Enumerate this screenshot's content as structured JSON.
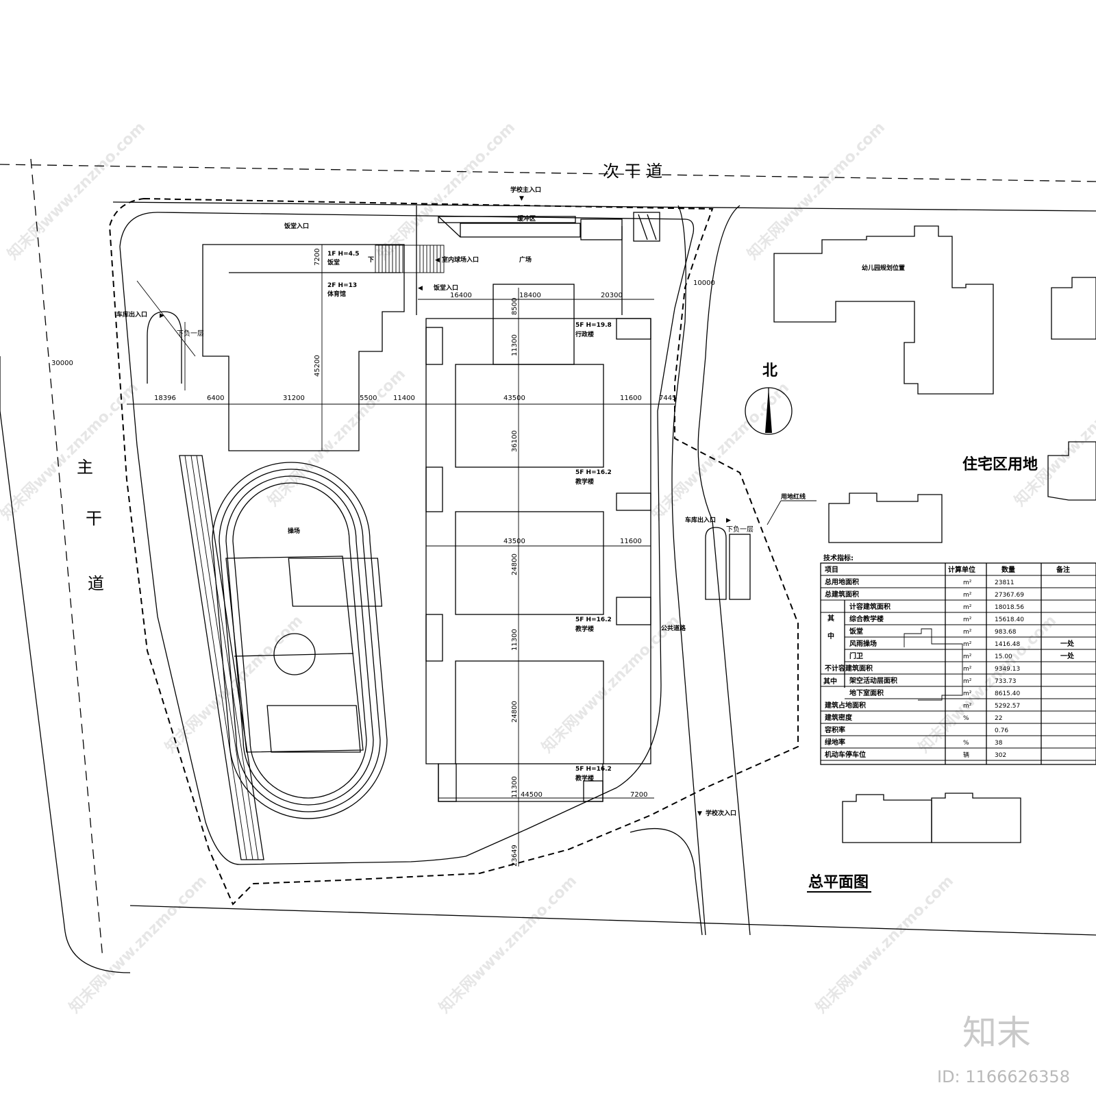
{
  "roads": {
    "secondary": "次 干 道",
    "main_1": "主",
    "main_2": "干",
    "main_3": "道",
    "public": "公共道路"
  },
  "entrances": {
    "school_main": "学校主入口",
    "canteen_top": "饭堂入口",
    "canteen_side": "饭堂入口",
    "indoor_court": "室内球场入口",
    "garage_west": "车库出入口",
    "garage_east": "车库出入口",
    "school_secondary": "学校次入口",
    "ramp_west": "下负一层",
    "ramp_east": "下负一层",
    "down": "下"
  },
  "areas": {
    "buffer": "缓冲区",
    "plaza": "广场",
    "playground": "操场",
    "kindergarten": "幼儿园规划位置",
    "residential": "住宅区用地",
    "red_line": "用地红线",
    "north": "北",
    "plan_title": "总平面图"
  },
  "buildings": {
    "canteen_h": "1F H=4.5",
    "canteen": "饭堂",
    "gym_h": "2F H=13",
    "gym": "体育馆",
    "admin_h": "5F H=19.8",
    "admin": "行政楼",
    "teach1_h": "5F H=16.2",
    "teach1": "教学楼",
    "teach2_h": "5F H=16.2",
    "teach2": "教学楼",
    "teach3_h": "5F H=16.2",
    "teach3": "教学楼"
  },
  "dims": {
    "d7200a": "7200",
    "d45200": "45200",
    "d30000": "30000",
    "d18396": "18396",
    "d6400": "6400",
    "d31200": "31200",
    "d5500": "5500",
    "d11400": "11400",
    "d43500a": "43500",
    "d11600a": "11600",
    "d7445": "7445",
    "d16400": "16400",
    "d18400": "18400",
    "d20300": "20300",
    "d8500": "8500",
    "d11300a": "11300",
    "d36100": "36100",
    "d43500b": "43500",
    "d11600b": "11600",
    "d24800a": "24800",
    "d11300b": "11300",
    "d24800b": "24800",
    "d11300c": "11300",
    "d44500": "44500",
    "d7200b": "7200",
    "d23649": "23649",
    "d10000": "10000"
  },
  "table": {
    "caption": "技术指标:",
    "headers": [
      "项目",
      "计算单位",
      "数量",
      "备注"
    ],
    "group1": [
      "其",
      "中"
    ],
    "group2": "其中",
    "rows": [
      {
        "item": "总用地面积",
        "unit": "m²",
        "qty": "23811",
        "note": ""
      },
      {
        "item": "总建筑面积",
        "unit": "m²",
        "qty": "27367.69",
        "note": ""
      },
      {
        "item": "计容建筑面积",
        "unit": "m²",
        "qty": "18018.56",
        "note": ""
      },
      {
        "item": "综合教学楼",
        "unit": "m²",
        "qty": "15618.40",
        "note": ""
      },
      {
        "item": "饭堂",
        "unit": "m²",
        "qty": "983.68",
        "note": ""
      },
      {
        "item": "风雨操场",
        "unit": "m²",
        "qty": "1416.48",
        "note": "一处"
      },
      {
        "item": "门卫",
        "unit": "m²",
        "qty": "15.00",
        "note": "一处"
      },
      {
        "item": "不计容建筑面积",
        "unit": "m²",
        "qty": "9349.13",
        "note": ""
      },
      {
        "item": "架空活动层面积",
        "unit": "m²",
        "qty": "733.73",
        "note": ""
      },
      {
        "item": "地下室面积",
        "unit": "m²",
        "qty": "8615.40",
        "note": ""
      },
      {
        "item": "建筑占地面积",
        "unit": "m²",
        "qty": "5292.57",
        "note": ""
      },
      {
        "item": "建筑密度",
        "unit": "%",
        "qty": "22",
        "note": ""
      },
      {
        "item": "容积率",
        "unit": "",
        "qty": "0.76",
        "note": ""
      },
      {
        "item": "绿地率",
        "unit": "%",
        "qty": "38",
        "note": ""
      },
      {
        "item": "机动车停车位",
        "unit": "辆",
        "qty": "302",
        "note": ""
      }
    ]
  },
  "watermark": {
    "text": "知末网www.znzmo.com",
    "logo": "知末",
    "id": "ID: 1166626358"
  }
}
